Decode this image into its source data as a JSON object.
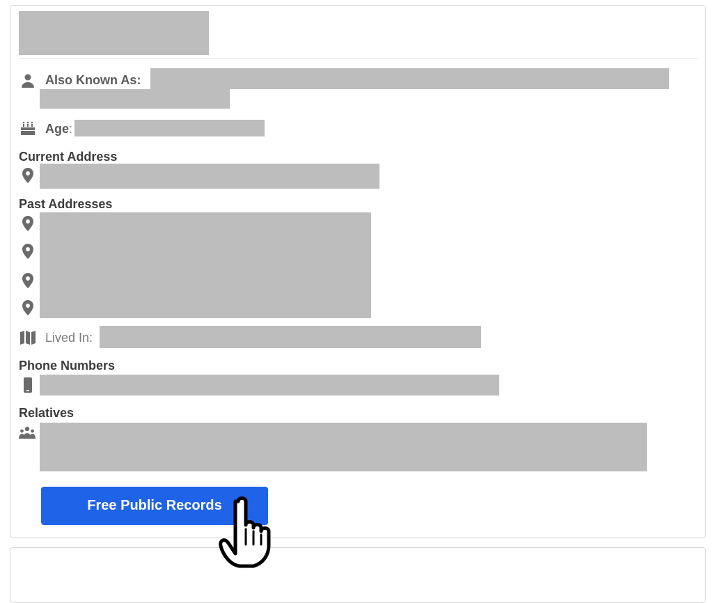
{
  "profile": {
    "also_known_as_label": "Also Known As:",
    "age_label": "Age",
    "age_colon": ":",
    "current_address_header": "Current Address",
    "past_addresses_header": "Past Addresses",
    "lived_in_label": "Lived In:",
    "phone_numbers_header": "Phone Numbers",
    "relatives_header": "Relatives"
  },
  "cta": {
    "label": "Free Public Records"
  },
  "icons": {
    "person": "person-icon",
    "cake": "cake-icon",
    "location": "location-pin-icon",
    "map": "map-icon",
    "phone": "phone-icon",
    "group": "group-icon",
    "cursor": "hand-pointer-cursor-icon"
  },
  "colors": {
    "button": "#1f63e8",
    "redaction": "#bdbdbd",
    "icon": "#6b6b6b"
  }
}
